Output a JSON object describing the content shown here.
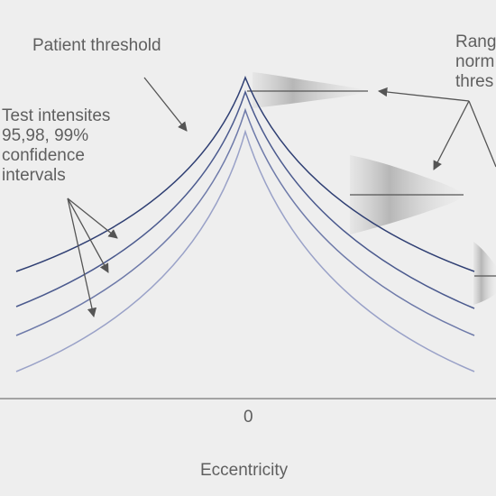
{
  "labels": {
    "patient_threshold": "Patient threshold",
    "test_intensities": [
      "Test intensites",
      "95,98, 99%",
      "confidence",
      "intervals"
    ],
    "range_normal": [
      "Rang",
      "norm",
      "thres"
    ],
    "origin_tick": "0",
    "x_axis": "Eccentricity"
  },
  "colors": {
    "background": "#eeeeee",
    "axis": "#8a8a8a",
    "text": "#5f5f5f",
    "arrow": "#555555",
    "curves": [
      "#2f3f73",
      "#4b5a8e",
      "#6e7aa9",
      "#9aa2c8"
    ]
  },
  "diagram": {
    "curve_count": 4,
    "distribution_shapes": 3,
    "curve_roles": [
      "patient threshold",
      "95% test intensity",
      "98% test intensity",
      "99% test intensity"
    ]
  }
}
